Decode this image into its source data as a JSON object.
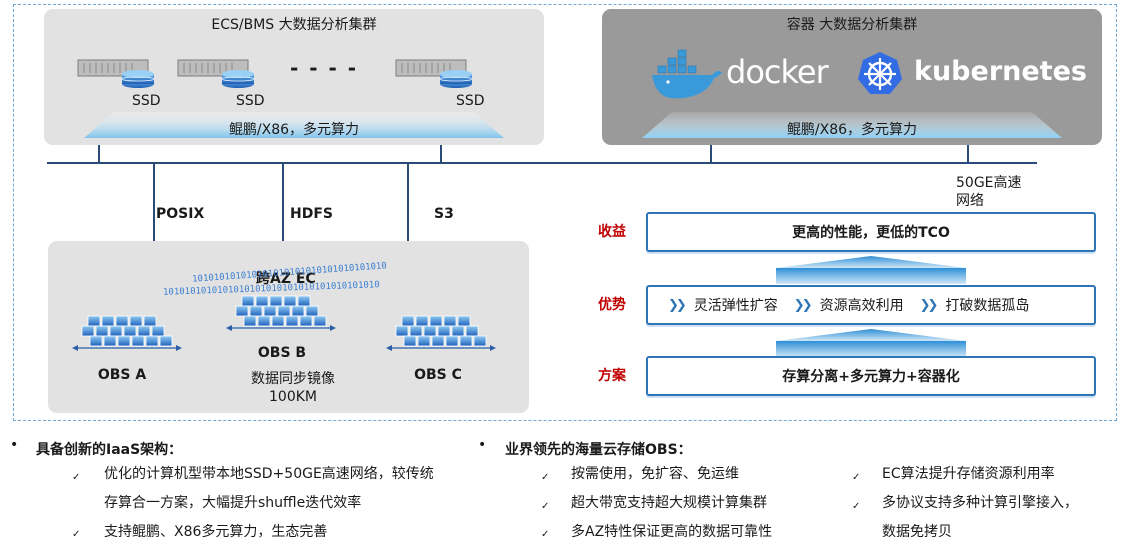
{
  "ecs_cluster": {
    "title": "ECS/BMS 大数据分析集群",
    "ssd_labels": [
      "SSD",
      "SSD",
      "SSD"
    ],
    "dashes": "- - - -",
    "compute_base": "鲲鹏/X86，多元算力"
  },
  "container_cluster": {
    "title": "容器 大数据分析集群",
    "docker_logo": "docker",
    "kubernetes_logo": "kubernetes",
    "compute_base": "鲲鹏/X86，多元算力"
  },
  "network": {
    "label_line1": "50GE高速",
    "label_line2": "网络",
    "protocols": [
      "POSIX",
      "HDFS",
      "S3"
    ]
  },
  "obs": {
    "title": "跨AZ EC",
    "binary_lines": [
      "101010101010101010101010101010101010",
      "1010101010101010101010101010101010101010"
    ],
    "nodes": [
      "OBS A",
      "OBS B",
      "OBS C"
    ],
    "mirror_line1": "数据同步镜像",
    "mirror_line2": "100KM"
  },
  "value_stack": {
    "benefit_label": "收益",
    "benefit_text": "更高的性能，更低的TCO",
    "advantage_label": "优势",
    "advantages": [
      "灵活弹性扩容",
      "资源高效利用",
      "打破数据孤岛"
    ],
    "solution_label": "方案",
    "solution_text": "存算分离+多元算力+容器化"
  },
  "bullets_left": {
    "title": "具备创新的IaaS架构：",
    "items": [
      "优化的计算机型带本地SSD+50GE高速网络，较传统",
      "存算合一方案，大幅提升shuffle迭代效率",
      "支持鲲鹏、X86多元算力，生态完善"
    ]
  },
  "bullets_right": {
    "title": "业界领先的海量云存储OBS：",
    "col1": [
      "按需使用，免扩容、免运维",
      "超大带宽支持超大规模计算集群",
      "多AZ特性保证更高的数据可靠性"
    ],
    "col2": [
      "EC算法提升存储资源利用率",
      "多协议支持多种计算引擎接入，",
      "数据免拷贝"
    ]
  },
  "colors": {
    "accent_blue": "#2e75b6",
    "label_red": "#c00000",
    "panel_light": "#e2e2e2",
    "panel_dark": "#9a9a9a"
  }
}
